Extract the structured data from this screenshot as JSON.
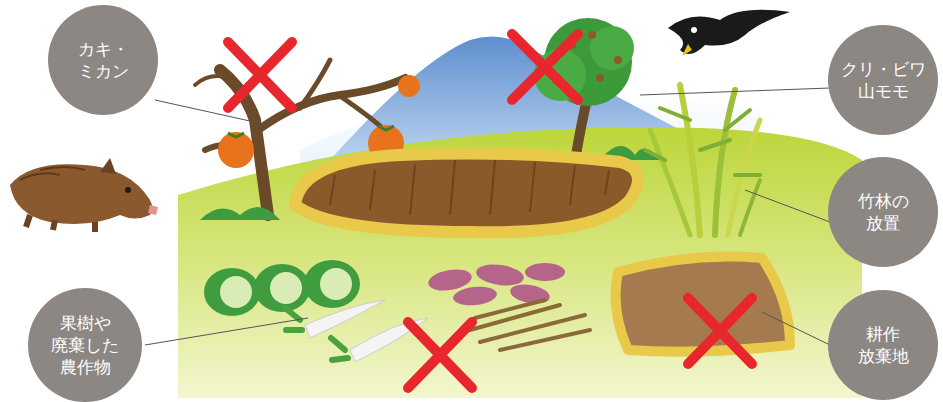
{
  "diagram": {
    "nodes": [
      {
        "text": [
          "カキ・ ミカン"
        ]
      },
      {
        "text": [
          "クリ・ビワ 山モモ"
        ]
      },
      {
        "text": [
          "竹林の 放置"
        ]
      },
      {
        "text": [
          "果樹や 廃棄した 農作物"
        ]
      },
      {
        "text": [
          "耕作 放棄地"
        ]
      }
    ]
  }
}
